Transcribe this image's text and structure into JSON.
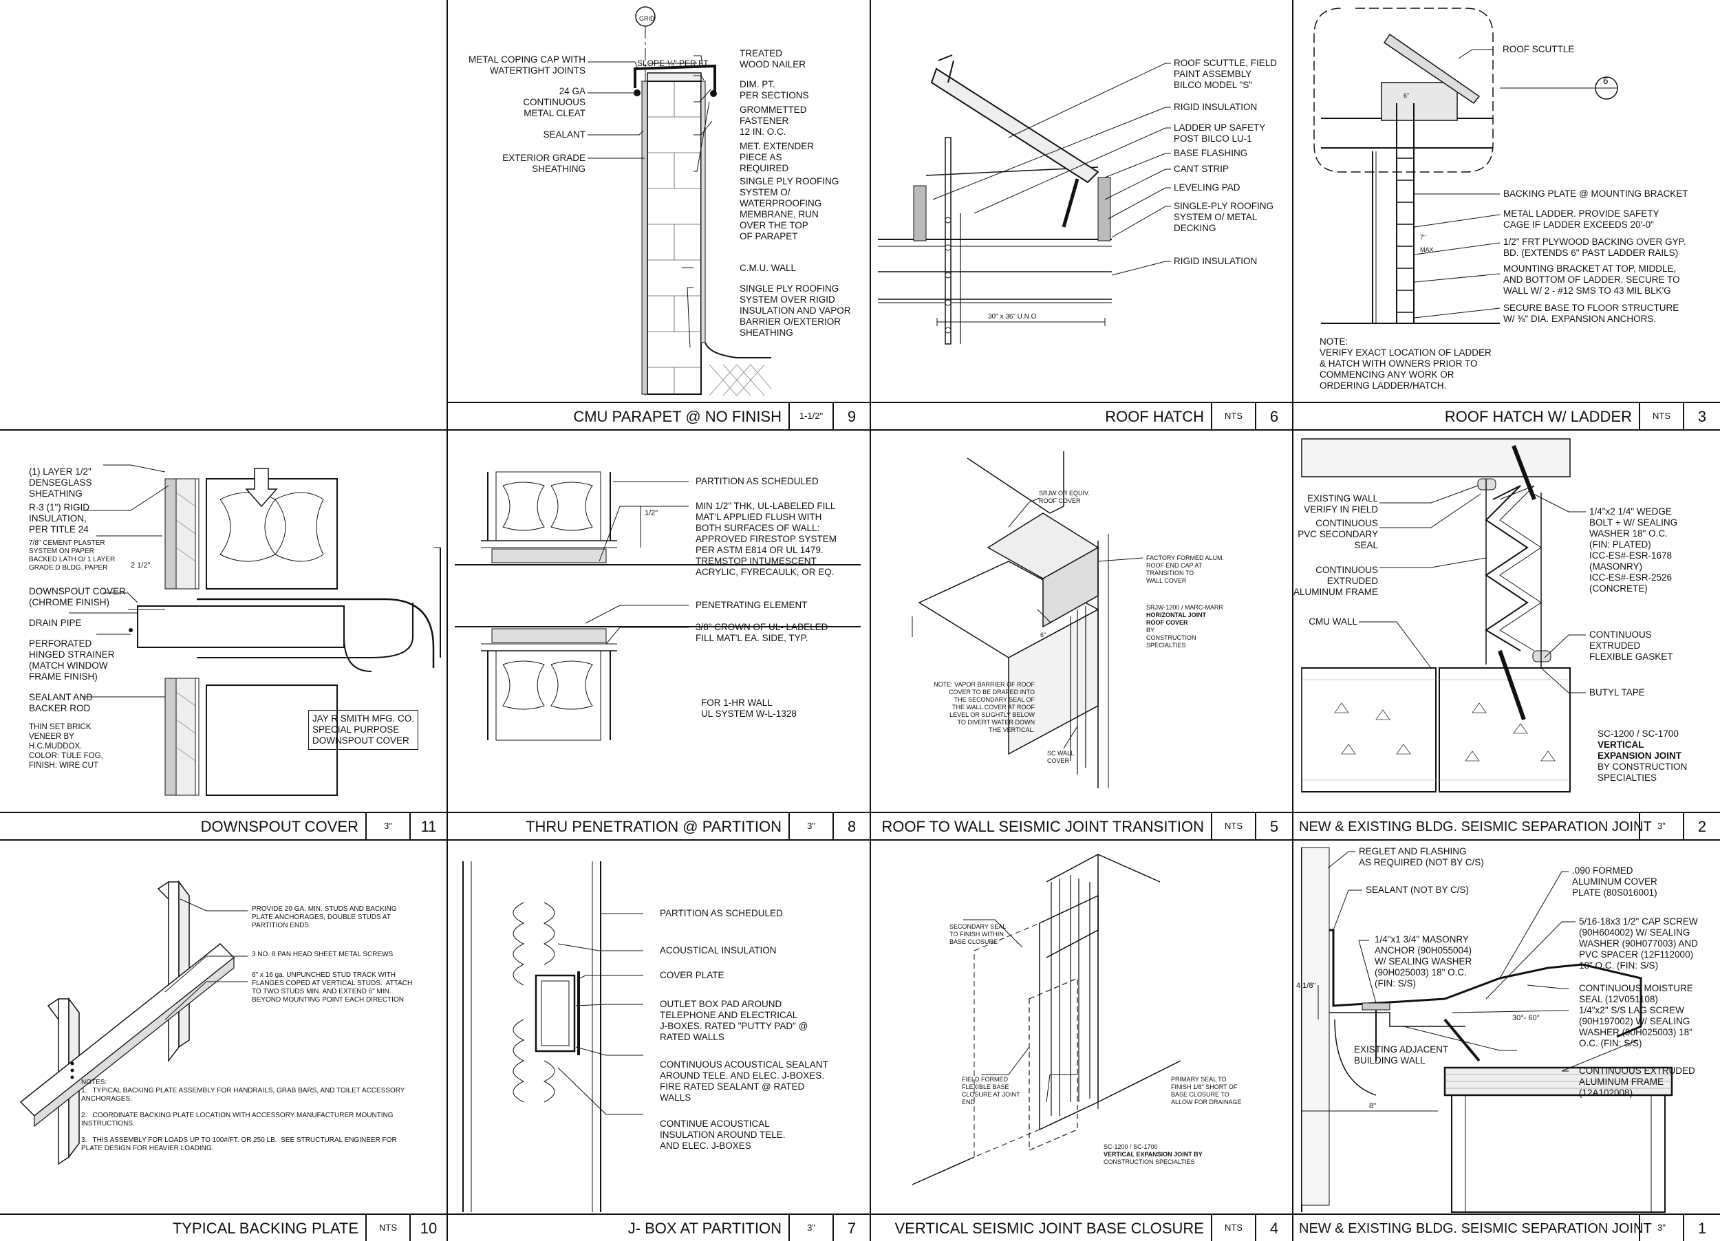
{
  "sheet": {
    "grid_tag": "GRID",
    "details": {
      "d9": {
        "title": "CMU PARAPET @ NO FINISH",
        "scale": "1-1/2\"",
        "number": "9",
        "slope": "SLOPE ¼\" PER FT",
        "left_notes": [
          "METAL COPING CAP WITH\nWATERTIGHT JOINTS",
          "24 GA\nCONTINUOUS\nMETAL CLEAT",
          "SEALANT",
          "EXTERIOR GRADE\nSHEATHING"
        ],
        "right_notes": [
          "TREATED\nWOOD NAILER",
          "DIM. PT.\nPER SECTIONS",
          "GROMMETTED\nFASTENER\n12 IN. O.C.",
          "MET. EXTENDER\nPIECE AS\nREQUIRED",
          "SINGLE PLY ROOFING\nSYSTEM O/\nWATERPROOFING\nMEMBRANE, RUN\nOVER THE TOP\nOF PARAPET",
          "C.M.U. WALL",
          "SINGLE PLY ROOFING\nSYSTEM OVER RIGID\nINSULATION AND VAPOR\nBARRIER O/EXTERIOR\nSHEATHING"
        ]
      },
      "d6": {
        "title": "ROOF HATCH",
        "scale": "NTS",
        "number": "6",
        "notes": [
          "ROOF SCUTTLE, FIELD\nPAINT ASSEMBLY\nBILCO MODEL \"S\"",
          "RIGID INSULATION",
          "LADDER UP SAFETY\nPOST BILCO LU-1",
          "BASE FLASHING",
          "CANT STRIP",
          "LEVELING PAD",
          "SINGLE-PLY ROOFING\nSYSTEM O/ METAL\nDECKING",
          "RIGID INSULATION"
        ],
        "dimension": "30\" x 36\" U.N.O"
      },
      "d3": {
        "title": "ROOF HATCH W/ LADDER",
        "scale": "NTS",
        "number": "3",
        "scuttle": "ROOF SCUTTLE",
        "callout": "6",
        "dims": [
          "6\"",
          "7\"",
          "MAX"
        ],
        "notes": [
          "BACKING PLATE @ MOUNTING BRACKET",
          "METAL LADDER. PROVIDE SAFETY\nCAGE IF LADDER EXCEEDS 20'-0\"",
          "1/2\" FRT PLYWOOD BACKING OVER GYP.\nBD. (EXTENDS 6\" PAST LADDER RAILS)",
          "MOUNTING BRACKET AT TOP, MIDDLE,\nAND BOTTOM OF LADDER. SECURE TO\nWALL W/ 2 - #12 SMS TO 43 MIL BLK'G",
          "SECURE BASE TO FLOOR STRUCTURE\nW/ ⅜\" DIA. EXPANSION ANCHORS."
        ],
        "general_note": "NOTE:\nVERIFY EXACT LOCATION OF LADDER\n& HATCH WITH OWNERS PRIOR TO\nCOMMENCING ANY WORK OR\nORDERING LADDER/HATCH."
      },
      "d11": {
        "title": "DOWNSPOUT COVER",
        "scale": "3\"",
        "number": "11",
        "notes": [
          "(1) LAYER 1/2\"\nDENSEGLASS\nSHEATHING",
          "R-3 (1\") RIGID\nINSULATION,\nPER TITLE 24",
          "7/8\" CEMENT PLASTER\nSYSTEM ON PAPER\nBACKED LATH O/ 1 LAYER\nGRADE D BLDG. PAPER",
          "DOWNSPOUT COVER\n(CHROME FINISH)",
          "DRAIN PIPE",
          "PERFORATED\nHINGED STRAINER\n(MATCH WINDOW\nFRAME FINISH)",
          "SEALANT AND\nBACKER ROD",
          "THIN SET BRICK\nVENEER BY\nH.C.MUDDOX.\nCOLOR: TULE FOG,\nFINISH: WIRE CUT"
        ],
        "dimension": "2 1/2\"",
        "boxed_note": "JAY R SMITH MFG. CO.\nSPECIAL PURPOSE\nDOWNSPOUT COVER"
      },
      "d8": {
        "title": "THRU PENETRATION @ PARTITION",
        "scale": "3\"",
        "number": "8",
        "notes": [
          "PARTITION AS SCHEDULED",
          "MIN 1/2\" THK, UL-LABELED FILL\nMAT'L APPLIED FLUSH WITH\nBOTH SURFACES OF WALL:\nAPPROVED FIRESTOP SYSTEM\nPER ASTM E814 OR UL 1479.\nTREMSTOP INTUMESCENT\nACRYLIC, FYRECAULK, OR EQ.",
          "PENETRATING ELEMENT",
          "3/8\" CROWN OF UL- LABELED\nFILL MAT'L EA. SIDE, TYP."
        ],
        "dimension": "1/2\"",
        "rating": "FOR 1-HR WALL\nUL SYSTEM W-L-1328"
      },
      "d5": {
        "title": "ROOF TO WALL SEISMIC JOINT TRANSITION",
        "scale": "NTS",
        "number": "5",
        "notes": [
          "SRJW OR EQUIV.\nROOF COVER",
          "FACTORY FORMED ALUM.\nROOF END CAP AT\nTRANSITION TO\nWALL COVER",
          "NOTE: VAPOR BARRIER OF ROOF\nCOVER TO BE DRAPED INTO\nTHE SECONDARY SEAL OF\nTHE WALL COVER AT ROOF\nLEVEL OR SLIGHTLY BELOW\nTO DIVERT WATER DOWN\nTHE VERTICAL.",
          "SC WALL\nCOVER"
        ],
        "product": "SRJW-1200 / MARC-MARR",
        "product_bold": "HORIZONTAL JOINT\nROOF COVER",
        "product_by": "BY\nCONSTRUCTION\nSPECIALTIES",
        "dim": "6\""
      },
      "d2": {
        "title": "NEW & EXISTING BLDG. SEISMIC SEPARATION JOINT",
        "scale": "3\"",
        "number": "2",
        "left_notes": [
          "EXISTING WALL\nVERIFY IN FIELD",
          "CONTINUOUS\nPVC SECONDARY\nSEAL",
          "CONTINUOUS\nEXTRUDED\nALUMINUM FRAME",
          "CMU WALL"
        ],
        "right_notes": [
          "1/4\"x2 1/4\" WEDGE\nBOLT + W/ SEALING\nWASHER 18\" O.C.\n(FIN: PLATED)\nICC-ES#-ESR-1678\n(MASONRY)\nICC-ES#-ESR-2526\n(CONCRETE)",
          "CONTINUOUS\nEXTRUDED\nFLEXIBLE GASKET",
          "BUTYL TAPE"
        ],
        "product": "SC-1200 / SC-1700",
        "product_bold": "VERTICAL\nEXPANSION JOINT",
        "product_by": "BY CONSTRUCTION\nSPECIALTIES"
      },
      "d10": {
        "title": "TYPICAL BACKING PLATE",
        "scale": "NTS",
        "number": "10",
        "notes": [
          "PROVIDE 20 GA. MIN. STUDS AND BACKING\nPLATE ANCHORAGES, DOUBLE STUDS AT\nPARTITION ENDS",
          "3 NO. 8 PAN HEAD SHEET METAL SCREWS",
          "6\" x 16 ga. UNPUNCHED STUD TRACK WITH\nFLANGES COPED AT VERTICAL STUDS.  ATTACH\nTO TWO STUDS MIN. AND EXTEND 6\" MIN.\nBEYOND MOUNTING POINT EACH DIRECTION"
        ],
        "general_notes": "NOTES:\n1.   TYPICAL BACKING PLATE ASSEMBLY FOR HANDRAILS, GRAB BARS, AND TOILET ACCESSORY\nANCHORAGES.\n\n2.   COORDINATE BACKING PLATE LOCATION WITH ACCESSORY MANUFACTURER MOUNTING\nINSTRUCTIONS.\n\n3.   THIS ASSEMBLY FOR LOADS UP TO 100#/FT. OR 250 LB.  SEE STRUCTURAL ENGINEER FOR\nPLATE DESIGN FOR HEAVIER LOADING."
      },
      "d7": {
        "title": "J- BOX AT PARTITION",
        "scale": "3\"",
        "number": "7",
        "notes": [
          "PARTITION AS SCHEDULED",
          "ACOUSTICAL INSULATION",
          "COVER PLATE",
          "OUTLET BOX PAD AROUND\nTELEPHONE AND ELECTRICAL\nJ-BOXES. RATED \"PUTTY PAD\" @\nRATED WALLS",
          "CONTINUOUS ACOUSTICAL SEALANT\nAROUND TELE. AND ELEC. J-BOXES.\nFIRE RATED SEALANT @ RATED\nWALLS",
          "CONTINUE ACOUSTICAL\nINSULATION AROUND TELE.\nAND ELEC. J-BOXES"
        ]
      },
      "d4": {
        "title": "VERTICAL SEISMIC JOINT BASE CLOSURE",
        "scale": "NTS",
        "number": "4",
        "notes": [
          "SECONDARY SEAL\nTO FINISH WITHIN\nBASE CLOSURE",
          "FIELD FORMED\nFLEXIBLE BASE\nCLOSURE AT JOINT\nEND",
          "PRIMARY SEAL TO\nFINISH 1/8\" SHORT OF\nBASE CLOSURE TO\nALLOW FOR DRAINAGE"
        ],
        "product": "SC-1200 / SC-1700",
        "product_bold": "VERTICAL EXPANSION JOINT BY",
        "product_by": "CONSTRUCTION SPECIALTIES"
      },
      "d1": {
        "title": "NEW & EXISTING BLDG. SEISMIC SEPARATION JOINT",
        "scale": "3\"",
        "number": "1",
        "left_notes": [
          "REGLET AND FLASHING\nAS REQUIRED (NOT BY C/S)",
          "SEALANT (NOT BY C/S)",
          "1/4\"x1 3/4\" MASONRY\nANCHOR (90H055004)\nW/ SEALING WASHER\n(90H025003) 18\" O.C.\n(FIN: S/S)",
          "EXISTING ADJACENT\nBUILDING WALL"
        ],
        "right_notes": [
          ".090 FORMED\nALUMINUM COVER\nPLATE (80S016001)",
          "5/16-18x3 1/2\" CAP SCREW\n(90H604002) W/ SEALING\nWASHER (90H077003) AND\nPVC SPACER (12F112000)\n18\" O.C. (FIN: S/S)",
          "CONTINUOUS MOISTURE\nSEAL (12V051108)",
          "1/4\"x2\" S/S LAG SCREW\n(90H197002) W/ SEALING\nWASHER (90H025003) 18\"\nO.C. (FIN: S/S)",
          "CONTINUOUS EXTRUDED\nALUMINUM FRAME\n(12A102008)"
        ],
        "dims": [
          "4 1/8\"",
          "30°- 60°",
          "8\""
        ]
      }
    }
  }
}
